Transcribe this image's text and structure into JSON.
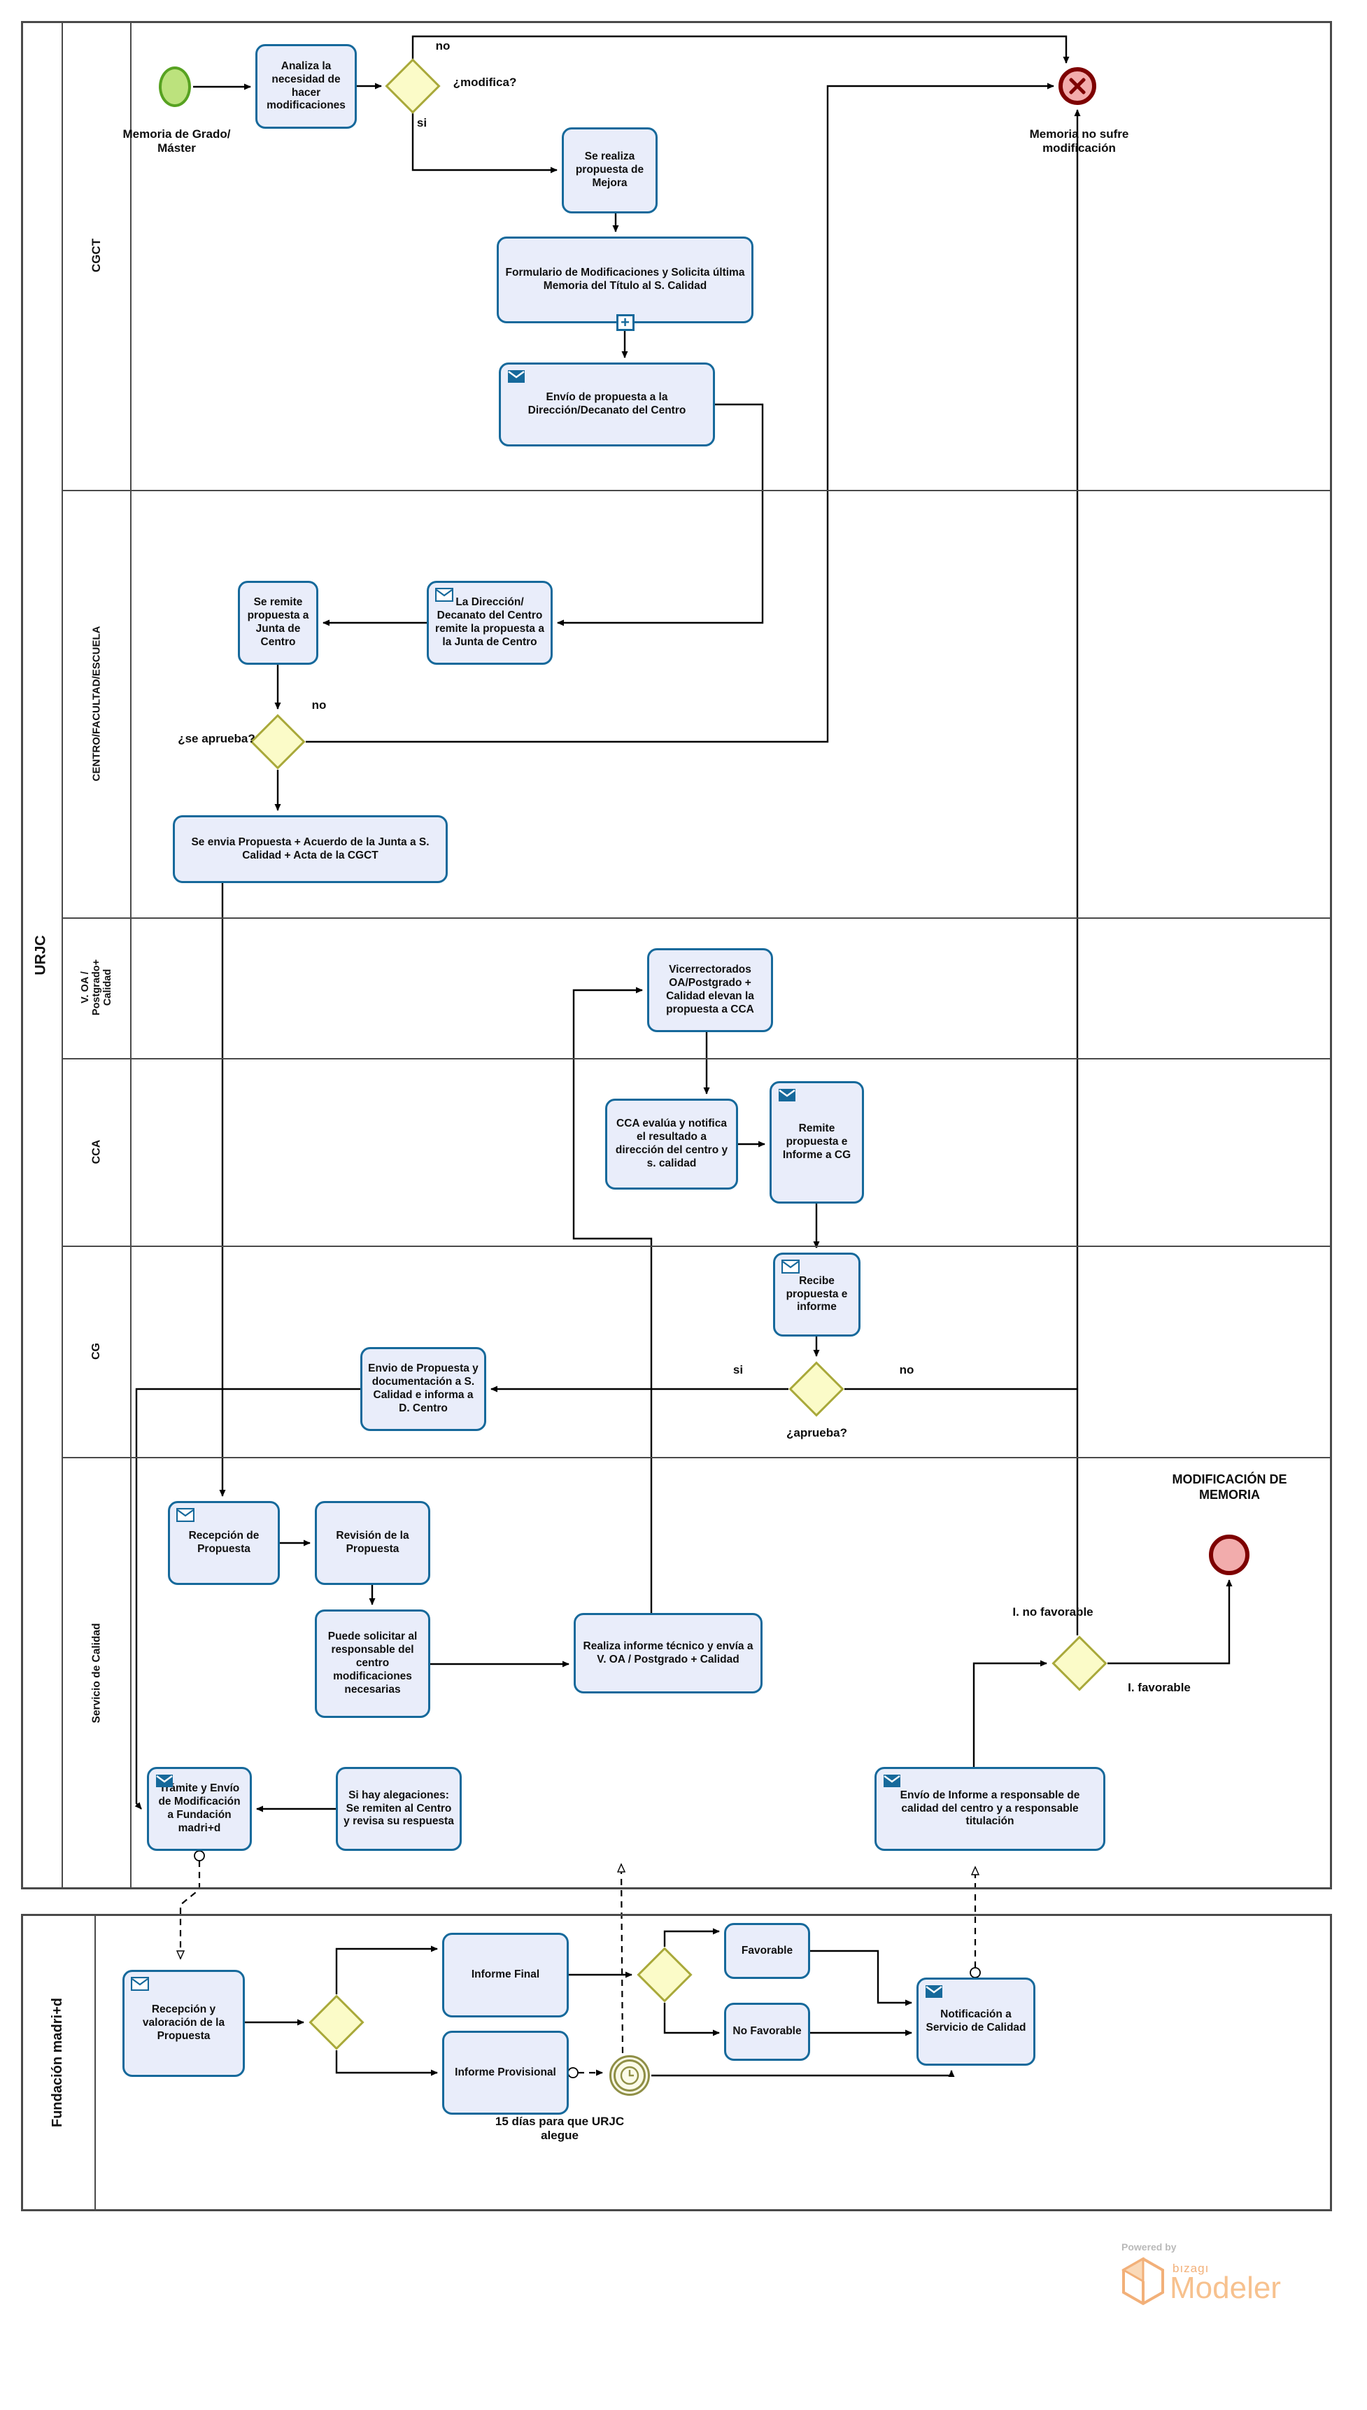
{
  "pools": {
    "urjc": "URJC",
    "madrid": "Fundación madri+d"
  },
  "lanes": {
    "cgct": "CGCT",
    "centro": "CENTRO/FACULTAD/ESCUELA",
    "voa": "V. OA / Postgrado+ Calidad",
    "cca": "CCA",
    "cg": "CG",
    "servicio": "Servicio de Calidad"
  },
  "nodes": {
    "start": {
      "label": "Memoria de Grado/ Máster"
    },
    "analiza": {
      "label": "Analiza la necesidad de hacer modificaciones"
    },
    "se_realiza": {
      "label": "Se realiza propuesta de Mejora"
    },
    "formulario": {
      "label": "Formulario de Modificaciones y Solicita última Memoria del Título al S. Calidad"
    },
    "envio_propuesta": {
      "label": "Envío de propuesta a la Dirección/Decanato del Centro"
    },
    "end_no_mod": {
      "label": "Memoria no sufre modificación"
    },
    "direccion_remite": {
      "label": "La Dirección/ Decanato del Centro remite la propuesta a la Junta de Centro"
    },
    "se_remite": {
      "label": "Se remite propuesta a Junta de Centro"
    },
    "se_envia": {
      "label": "Se envia Propuesta + Acuerdo de la Junta a S. Calidad + Acta de la CGCT"
    },
    "vicerrectorados": {
      "label": "Vicerrectorados OA/Postgrado + Calidad elevan la propuesta a CCA"
    },
    "cca_evalua": {
      "label": "CCA evalúa y notifica el resultado a dirección del centro y s. calidad"
    },
    "remite_cg": {
      "label": "Remite propuesta e Informe a CG"
    },
    "recibe": {
      "label": "Recibe propuesta e informe"
    },
    "envio_doc": {
      "label": "Envio de Propuesta y documentación a S. Calidad e informa a D. Centro"
    },
    "recepcion": {
      "label": "Recepción de Propuesta"
    },
    "revision": {
      "label": "Revisión de la Propuesta"
    },
    "puede_solicitar": {
      "label": "Puede solicitar al responsable del centro modificaciones necesarias"
    },
    "realiza_informe": {
      "label": "Realiza informe técnico y envía a V. OA / Postgrado + Calidad"
    },
    "tramite": {
      "label": "Trámite y Envío de Modificación a Fundación madri+d"
    },
    "si_alegaciones": {
      "label": "Si hay alegaciones: Se remiten al Centro y revisa su respuesta"
    },
    "envio_informe": {
      "label": "Envío de Informe a responsable de calidad del centro y a responsable titulación"
    },
    "end_modificacion": {
      "label": "MODIFICACIÓN DE MEMORIA"
    },
    "recepcion_valoracion": {
      "label": "Recepción y valoración de la Propuesta"
    },
    "informe_final": {
      "label": "Informe Final"
    },
    "informe_provisional": {
      "label": "Informe Provisional"
    },
    "favorable": {
      "label": "Favorable"
    },
    "no_favorable": {
      "label": "No Favorable"
    },
    "notificacion": {
      "label": "Notificación a Servicio de Calidad"
    },
    "timer": {
      "label": "15 días para que URJC alegue"
    }
  },
  "edge_labels": {
    "q_modifica": "¿modifica?",
    "no_modifica": "no",
    "si_modifica": "si",
    "q_se_aprueba": "¿se aprueba?",
    "no_junta": "no",
    "q_aprueba": "¿aprueba?",
    "si_cg": "si",
    "no_cg": "no",
    "inf_no_favorable": "I. no favorable",
    "inf_favorable": "I. favorable"
  },
  "logo": {
    "powered_by": "Powered by",
    "brand": "bızagı",
    "product": "Modeler"
  },
  "colors": {
    "task_fill": "#E9EDFA",
    "task_border": "#16699B",
    "gateway_fill": "#FBFBC8",
    "gateway_border": "#A9A93B",
    "start_fill": "#BCE27D",
    "start_border": "#57A221",
    "end_fill": "#F2ACAC",
    "end_border": "#7E0000",
    "timer_border": "#8F8F46",
    "logo_orange": "#F7C18E"
  }
}
